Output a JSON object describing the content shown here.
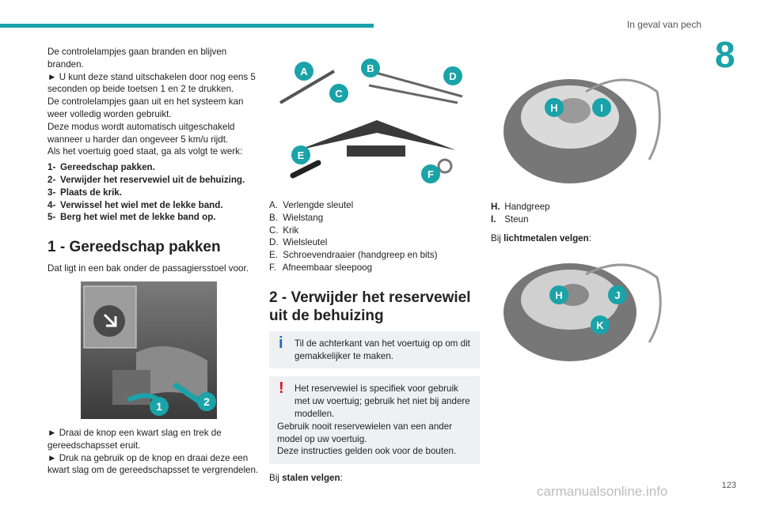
{
  "header": {
    "section": "In geval van pech",
    "chapter": "8"
  },
  "col1": {
    "intro": [
      "De controlelampjes gaan branden en blijven branden.",
      "► U kunt deze stand uitschakelen door nog eens 5 seconden op beide toetsen 1 en 2 te drukken.",
      "De controlelampjes gaan uit en het systeem kan weer volledig worden gebruikt.",
      "Deze modus wordt automatisch uitgeschakeld wanneer u harder dan ongeveer 5 km/u rijdt.",
      "Als het voertuig goed staat, ga als volgt te werk:"
    ],
    "steps": [
      {
        "n": "1-",
        "t": "Gereedschap pakken."
      },
      {
        "n": "2-",
        "t": "Verwijder het reservewiel uit de behuizing."
      },
      {
        "n": "3-",
        "t": "Plaats de krik."
      },
      {
        "n": "4-",
        "t": "Verwissel het wiel met de lekke band."
      },
      {
        "n": "5-",
        "t": "Berg het wiel met de lekke band op."
      }
    ],
    "heading": "1 - Gereedschap pakken",
    "lead": "Dat ligt in een bak onder de passagiersstoel voor.",
    "figure": {
      "badge1": "1",
      "badge2": "2"
    },
    "after": [
      "► Draai de knop een kwart slag en trek de gereedschapsset eruit.",
      "► Druk na gebruik op de knop en draai deze een kwart slag om de gereedschapsset te vergrendelen."
    ]
  },
  "col2": {
    "tool_labels": [
      "A",
      "B",
      "C",
      "D",
      "E",
      "F"
    ],
    "legend": [
      {
        "k": "A.",
        "t": "Verlengde sleutel"
      },
      {
        "k": "B.",
        "t": "Wielstang"
      },
      {
        "k": "C.",
        "t": "Krik"
      },
      {
        "k": "D.",
        "t": "Wielsleutel"
      },
      {
        "k": "E.",
        "t": "Schroevendraaier (handgreep en bits)"
      },
      {
        "k": "F.",
        "t": "Afneembaar sleepoog"
      }
    ],
    "heading": "2 - Verwijder het reservewiel uit de behuizing",
    "info": "Til de achterkant van het voertuig op om dit gemakkelijker te maken.",
    "warning": [
      "Het reservewiel is specifiek voor gebruik met uw voertuig; gebruik het niet bij andere modellen.",
      "Gebruik nooit reservewielen van een ander model op uw voertuig.",
      "Deze instructies gelden ook voor de bouten."
    ],
    "steel_prefix": "Bij ",
    "steel_bold": "stalen velgen",
    "steel_suffix": ":"
  },
  "col3": {
    "fig1_labels": [
      "H",
      "I"
    ],
    "legend": [
      {
        "k": "H.",
        "t": "Handgreep"
      },
      {
        "k": "I.",
        "t": "Steun"
      }
    ],
    "alloy_prefix": "Bij ",
    "alloy_bold": "lichtmetalen velgen",
    "alloy_suffix": ":",
    "fig2_labels": [
      "H",
      "J",
      "K"
    ]
  },
  "footer": {
    "page": "123",
    "watermark": "carmanualsonline.info"
  },
  "colors": {
    "accent": "#1aa3a8",
    "badge": "#1aa3a8",
    "info": "#1e66c6",
    "warning": "#d3171e"
  }
}
